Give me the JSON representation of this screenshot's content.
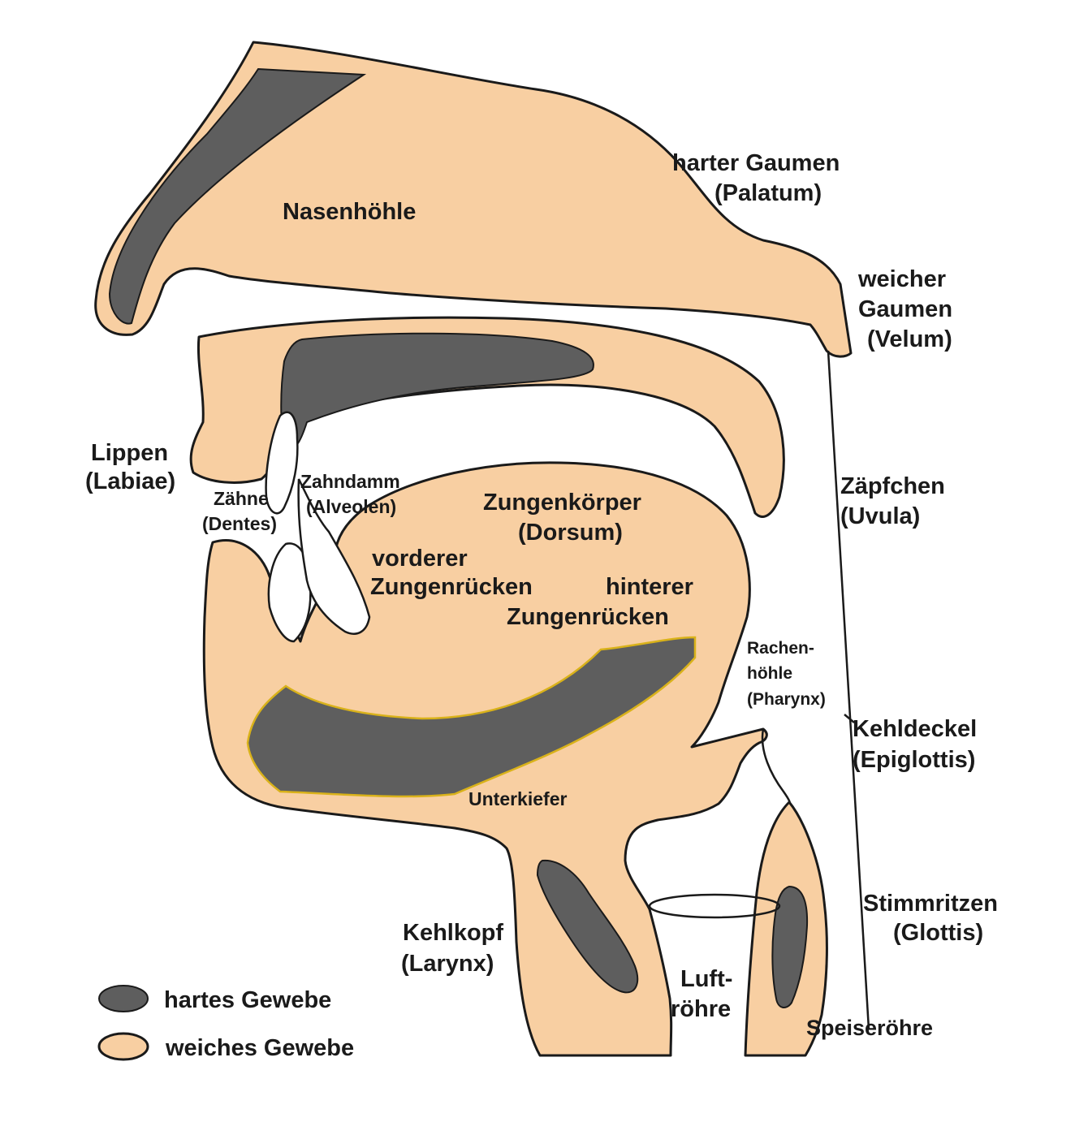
{
  "labels": {
    "nasenhoehle": "Nasenhöhle",
    "harter_gaumen_1": "harter Gaumen",
    "harter_gaumen_2": "(Palatum)",
    "weicher_gaumen_1": "weicher",
    "weicher_gaumen_2": "Gaumen",
    "weicher_gaumen_3": "(Velum)",
    "lippen_1": "Lippen",
    "lippen_2": "(Labiae)",
    "zaehne_1": "Zähne",
    "zaehne_2": "(Dentes)",
    "zahndamm_1": "Zahndamm",
    "zahndamm_2": "(Alveolen)",
    "zungenkoerper_1": "Zungenkörper",
    "zungenkoerper_2": "(Dorsum)",
    "zaepfchen_1": "Zäpfchen",
    "zaepfchen_2": "(Uvula)",
    "vorderer_1": "vorderer",
    "vorderer_2": "Zungenrücken",
    "hinterer_1": "hinterer",
    "hinterer_2": "Zungenrücken",
    "rachen_1": "Rachen-",
    "rachen_2": "höhle",
    "rachen_3": "(Pharynx)",
    "kehldeckel_1": "Kehldeckel",
    "kehldeckel_2": "(Epiglottis)",
    "unterkiefer": "Unterkiefer",
    "stimmritzen_1": "Stimmritzen",
    "stimmritzen_2": "(Glottis)",
    "kehlkopf_1": "Kehlkopf",
    "kehlkopf_2": "(Larynx)",
    "luft_1": "Luft-",
    "luft_2": "röhre",
    "speiseroehre": "Speiseröhre"
  },
  "legend": {
    "hard_label": "hartes Gewebe",
    "soft_label": "weiches Gewebe"
  },
  "colors": {
    "soft_tissue": "#f8cfa2",
    "hard_tissue": "#5e5e5e",
    "outline": "#1a1a1a"
  }
}
